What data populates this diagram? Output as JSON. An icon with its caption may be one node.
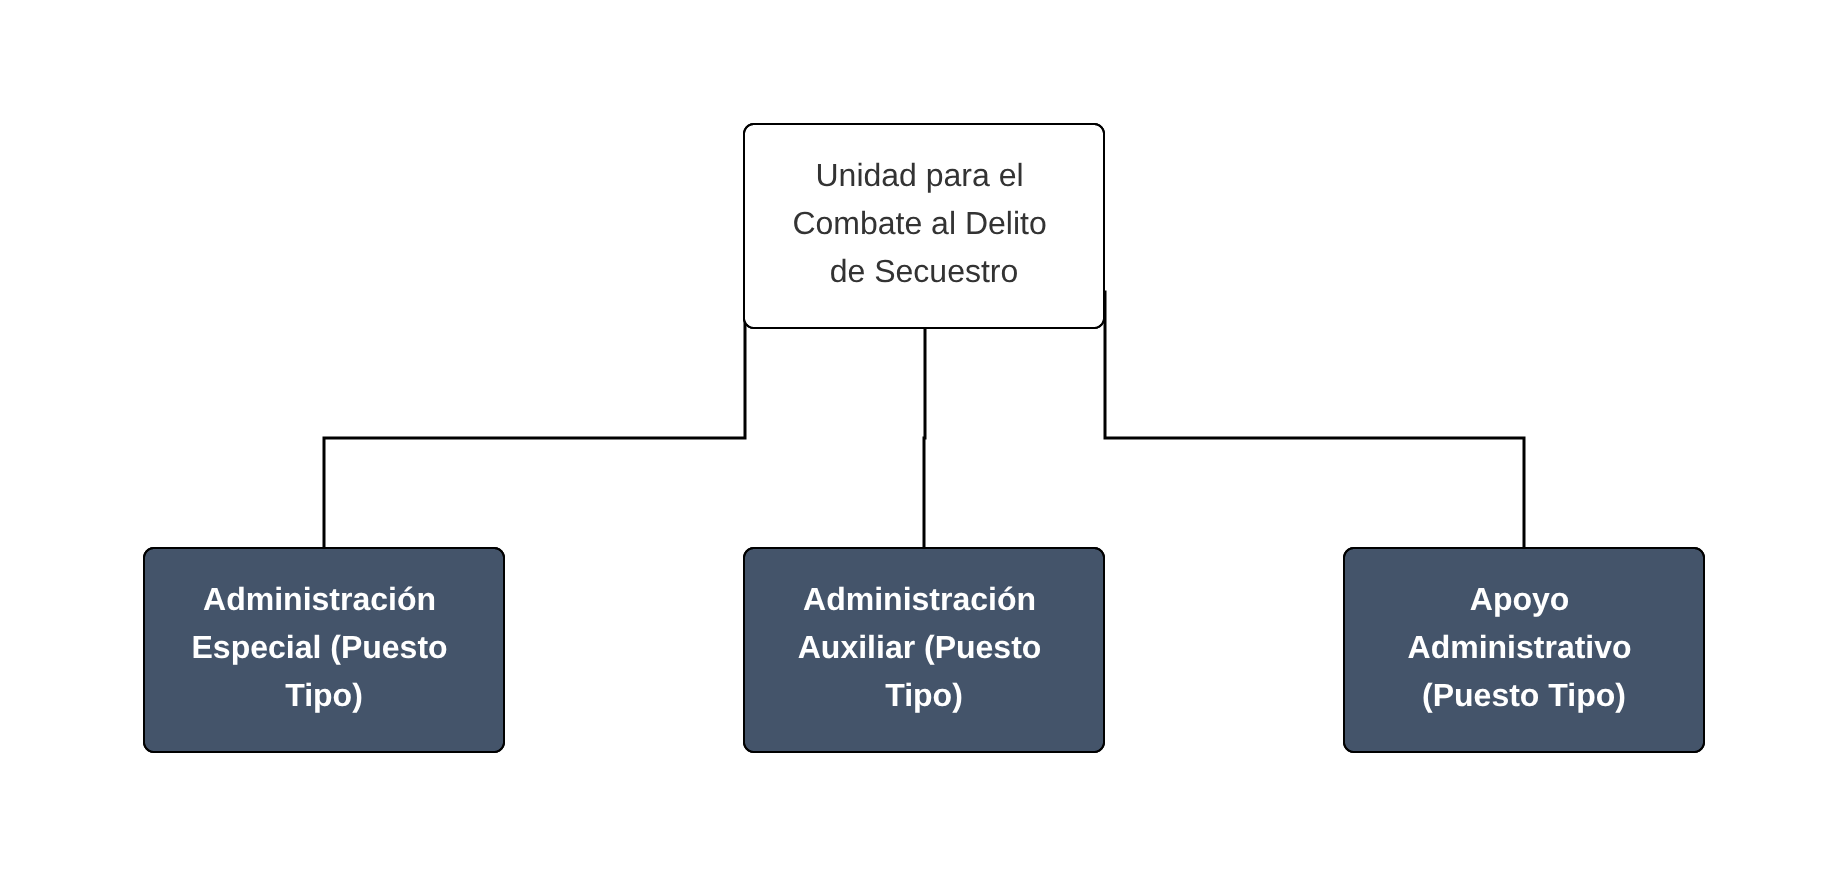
{
  "diagram": {
    "nodes": [
      {
        "text": [
          "Unidad para el Combate al Delito de Secuestro"
        ]
      },
      {
        "text": [
          "Administración Especial (Puesto Tipo)"
        ]
      },
      {
        "text": [
          "Administración Auxiliar (Puesto Tipo)"
        ]
      },
      {
        "text": [
          "Apoyo Administrativo (Puesto Tipo)"
        ]
      }
    ],
    "edges": [
      {
        "from": 0,
        "to": 1,
        "arrow": "none"
      },
      {
        "from": 0,
        "to": 2,
        "arrow": "none"
      },
      {
        "from": 0,
        "to": 3,
        "arrow": "none"
      }
    ]
  }
}
